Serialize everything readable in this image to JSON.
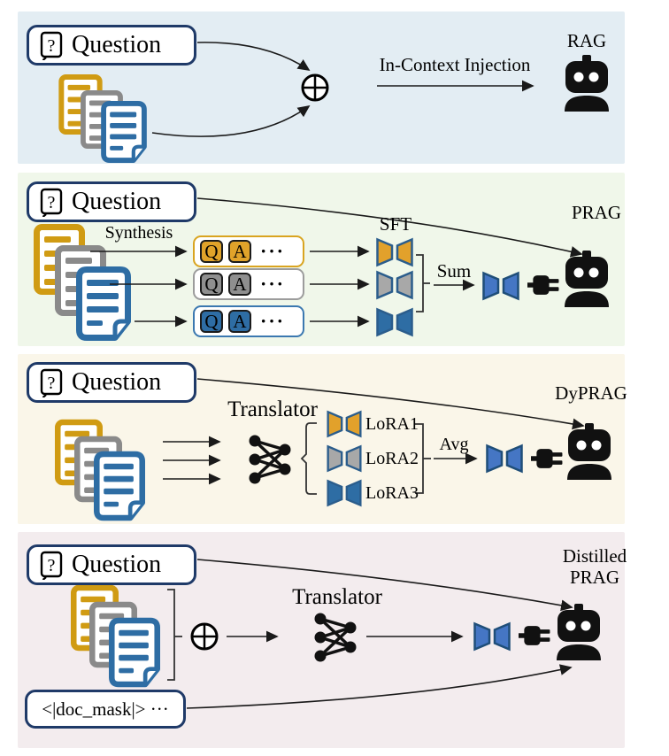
{
  "figure": {
    "panels": {
      "rag": {
        "name": "RAG",
        "question": "Question",
        "qmark": "?",
        "injection_label": "In-Context Injection",
        "bg": "#E3EDF3"
      },
      "prag": {
        "name": "PRAG",
        "question": "Question",
        "qmark": "?",
        "synthesis": "Synthesis",
        "sft": "SFT",
        "sum": "Sum",
        "q": "Q",
        "a": "A",
        "dots": "···",
        "bg": "#F0F7EA"
      },
      "dyprag": {
        "name": "DyPRAG",
        "question": "Question",
        "qmark": "?",
        "translator": "Translator",
        "lora1": "LoRA1",
        "lora2": "LoRA2",
        "lora3": "LoRA3",
        "avg": "Avg",
        "bg": "#FAF6E9"
      },
      "distilled": {
        "name_line1": "Distilled",
        "name_line2": "PRAG",
        "question": "Question",
        "qmark": "?",
        "translator": "Translator",
        "doc_mask": "<|doc_mask|> ···",
        "bg": "#F3ECEE"
      }
    },
    "colors": {
      "navy_border": "#1F3A68",
      "doc_orange": "#D09B13",
      "doc_gray": "#8A8A8A",
      "doc_blue": "#2E6DA4",
      "adapter_orange": "#E2A12B",
      "adapter_gray": "#A8A8A8",
      "adapter_blue": "#2E6DA4",
      "adapter_merged_blue": "#4576C4",
      "icon_black": "#111111"
    }
  }
}
